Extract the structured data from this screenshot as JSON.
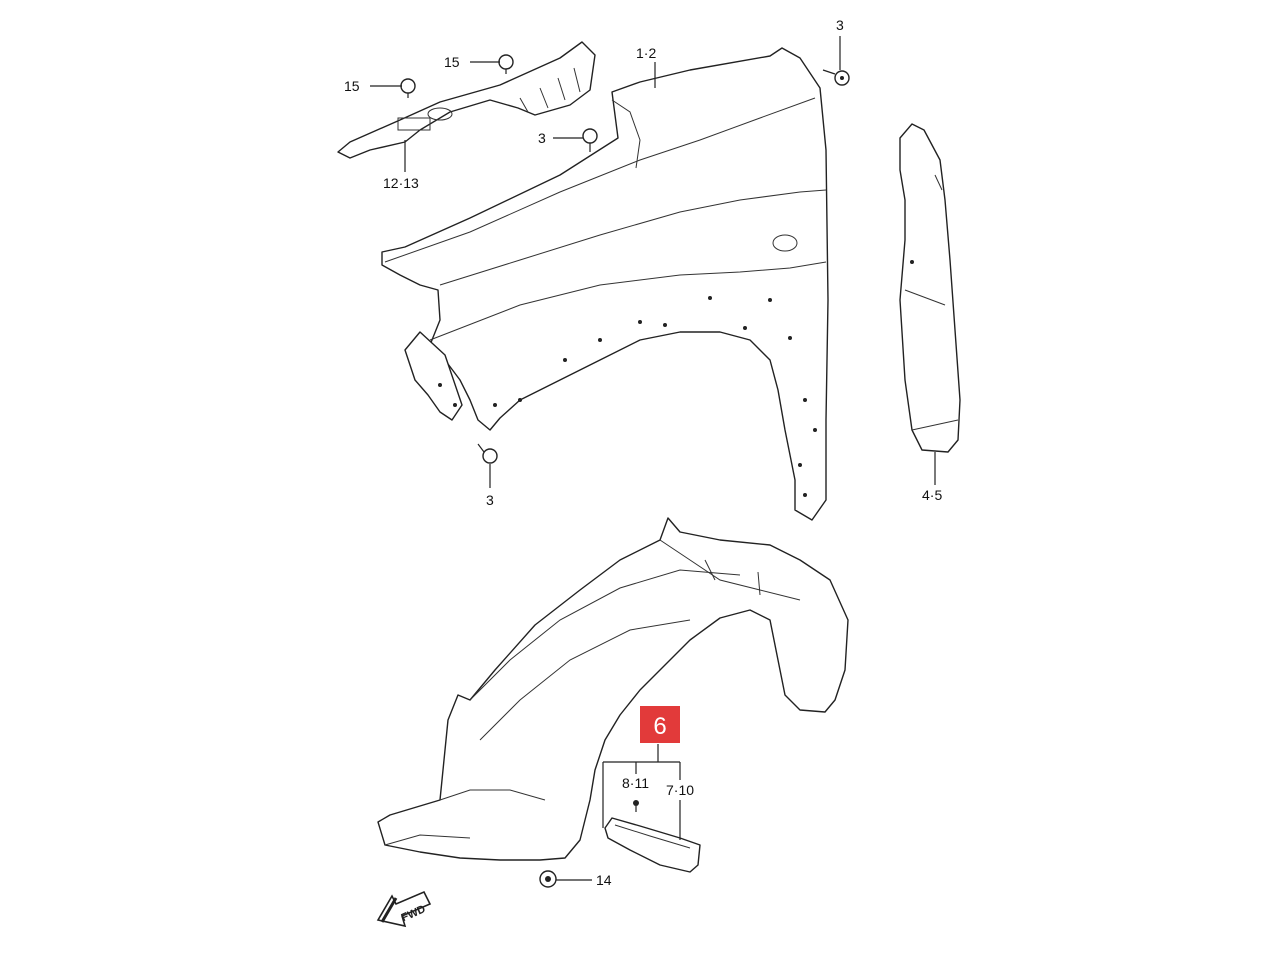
{
  "callouts": {
    "fender": "1·2",
    "cowl_side": "12·13",
    "bolt_top_right": "3",
    "bolt_mid": "3",
    "bolt_bottom": "3",
    "clip_upper": "15",
    "clip_lower": "15",
    "splash_guard": "4·5",
    "liner_group": "6",
    "screw": "8·11",
    "mud_flap": "7·10",
    "nut_bottom": "14"
  },
  "fwd_arrow": "FWD",
  "colors": {
    "highlight": "#e23a3a",
    "line": "#222222",
    "background": "#ffffff"
  }
}
